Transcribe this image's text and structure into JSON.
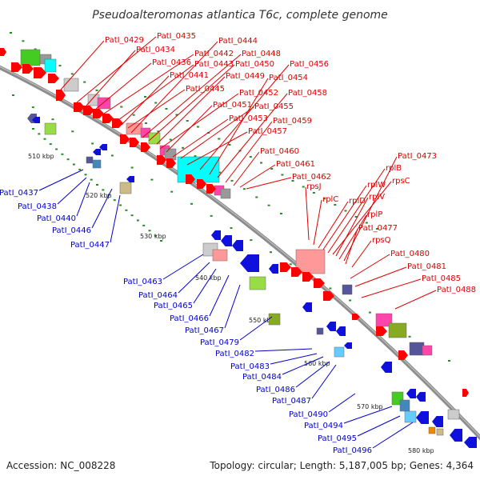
{
  "title": "Pseudoalteromonas atlantica T6c, complete genome",
  "footer": {
    "accession": "Accession: NC_008228",
    "summary": "Topology: circular; Length: 5,187,005 bp; Genes: 4,364"
  },
  "colors": {
    "forward_label": "#dd0000",
    "reverse_label": "#0000cc",
    "backbone": "#8c8c8c",
    "forward_feature": "#ff0000",
    "reverse_feature": "#1010dd",
    "tick": "#2a8a2a",
    "rRNA_cluster": "#00ffff"
  },
  "scale_ticks": [
    "510 kbp",
    "520 kbp",
    "530 kbp",
    "540 kbp",
    "550 kbp",
    "560 kbp",
    "570 kbp",
    "580 kbp"
  ],
  "forward_labels": [
    "PatI_0429",
    "PatI_0435",
    "PatI_0434",
    "PatI_0436",
    "PatI_0442",
    "PatI_0443",
    "PatI_0441",
    "PatI_0445",
    "PatI_0444",
    "PatI_0448",
    "PatI_0450",
    "PatI_0449",
    "PatI_0452",
    "PatI_0451",
    "PatI_0453",
    "PatI_0455",
    "PatI_0457",
    "PatI_0456",
    "PatI_0454",
    "PatI_0458",
    "PatI_0459",
    "PatI_0460",
    "PatI_0461",
    "PatI_0462",
    "rpsJ",
    "rplC",
    "rplD",
    "rplW",
    "rplB",
    "rpsC",
    "rplV",
    "rplP",
    "PatI_0473",
    "PatI_0477",
    "rpsQ",
    "PatI_0480",
    "PatI_0481",
    "PatI_0485",
    "PatI_0488"
  ],
  "reverse_labels": [
    "PatI_0437",
    "PatI_0438",
    "PatI_0440",
    "PatI_0446",
    "PatI_0447",
    "PatI_0463",
    "PatI_0464",
    "PatI_0465",
    "PatI_0466",
    "PatI_0467",
    "PatI_0479",
    "PatI_0482",
    "PatI_0483",
    "PatI_0484",
    "PatI_0486",
    "PatI_0487",
    "PatI_0490",
    "PatI_0494",
    "PatI_0495",
    "PatI_0496"
  ]
}
